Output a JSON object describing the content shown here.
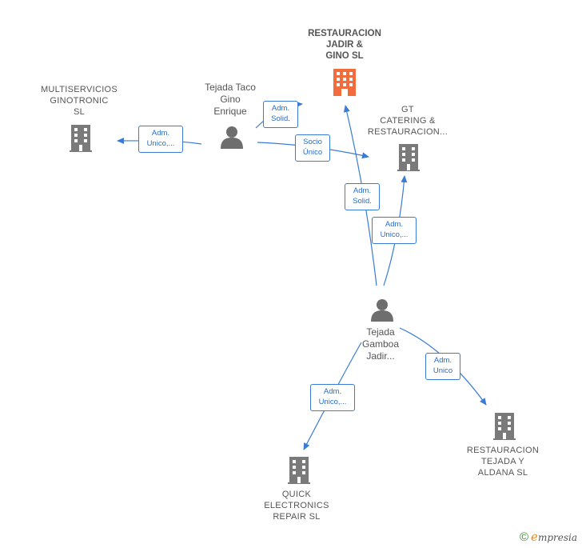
{
  "colors": {
    "edge": "#3a7bd5",
    "company_icon": "#7a7a7a",
    "main_company_icon": "#f26c3d",
    "person_icon": "#6e6e6e"
  },
  "nodes": {
    "restauracion_jadir": "RESTAURACION\nJADIR &\nGINO  SL",
    "multiservicios": "MULTISERVICIOS\nGINOTRONIC\nSL",
    "gt_catering": "GT\nCATERING &\nRESTAURACION...",
    "quick_electronics": "QUICK\nELECTRONICS\nREPAIR  SL",
    "restauracion_tejada": "RESTAURACION\nTEJADA Y\nALDANA  SL",
    "person_taco": "Tejada Taco\nGino\nEnrique",
    "person_gamboa": "Tejada\nGamboa\nJadir..."
  },
  "edges": {
    "taco_multiservicios": "Adm.\nUnico,...",
    "taco_jadir": "Adm.\nSolid.",
    "taco_gt": "Socio\nÚnico",
    "gamboa_jadir": "Adm.\nSolid.",
    "gamboa_gt": "Adm.\nUnico,...",
    "gamboa_quick": "Adm.\nUnico,...",
    "gamboa_tejada": "Adm.\nUnico"
  },
  "brand": {
    "copyright": "©",
    "e": "e",
    "rest": "mpresia"
  }
}
